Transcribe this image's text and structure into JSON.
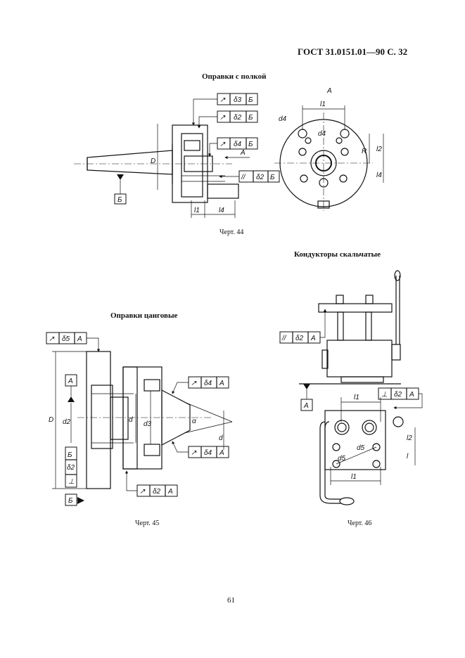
{
  "header": {
    "standard_ref": "ГОСТ 31.0151.01—90 С. 32"
  },
  "sections": {
    "top": {
      "title": "Оправки с полкой",
      "caption": "Черт. 44"
    },
    "left": {
      "title": "Оправки цанговые",
      "caption": "Черт. 45"
    },
    "right": {
      "title": "Кондукторы скальчатые",
      "caption": "Черт. 46"
    }
  },
  "fig44": {
    "frames": [
      {
        "sym": "↗",
        "tol": "δ3",
        "base": "Б"
      },
      {
        "sym": "↗",
        "tol": "δ2",
        "base": "Б"
      },
      {
        "sym": "↗",
        "tol": "δ4",
        "base": "Б"
      },
      {
        "sym": "//",
        "tol": "δ2",
        "base": "Б"
      }
    ],
    "datum": "Б",
    "labels": {
      "D": "D",
      "A": "A",
      "l1": "l1",
      "l4": "l4"
    },
    "view": {
      "A": "A",
      "l1": "l1",
      "d4a": "d4",
      "d4b": "d4",
      "R": "R",
      "l2": "l2",
      "l4": "l4"
    }
  },
  "fig45": {
    "frames": [
      {
        "sym": "↗",
        "tol": "δ5",
        "base": "A"
      },
      {
        "sym": "↗",
        "tol": "δ4",
        "base": "A"
      },
      {
        "sym": "↗",
        "tol": "δ4",
        "base": "A"
      },
      {
        "sym": "↗",
        "tol": "δ2",
        "base": "A"
      }
    ],
    "left_frame": {
      "sym": "⊥",
      "tol": "δ2",
      "base": "Б"
    },
    "datum_A": "A",
    "datum_B": "Б",
    "labels": {
      "D": "D",
      "d2": "d2",
      "d": "d",
      "d3": "d3",
      "alpha": "α",
      "d_out": "d"
    }
  },
  "fig46": {
    "frame_parallel": {
      "sym": "//",
      "tol": "δ2",
      "base": "A"
    },
    "frame_perp": {
      "sym": "⊥",
      "tol": "δ2",
      "base": "A"
    },
    "datum": "A",
    "labels": {
      "l1_top": "l1",
      "l1_bottom": "l1",
      "l2": "l2",
      "l": "l",
      "d5a": "d5",
      "d5b": "d5"
    }
  },
  "footer": {
    "page_number": "61"
  }
}
